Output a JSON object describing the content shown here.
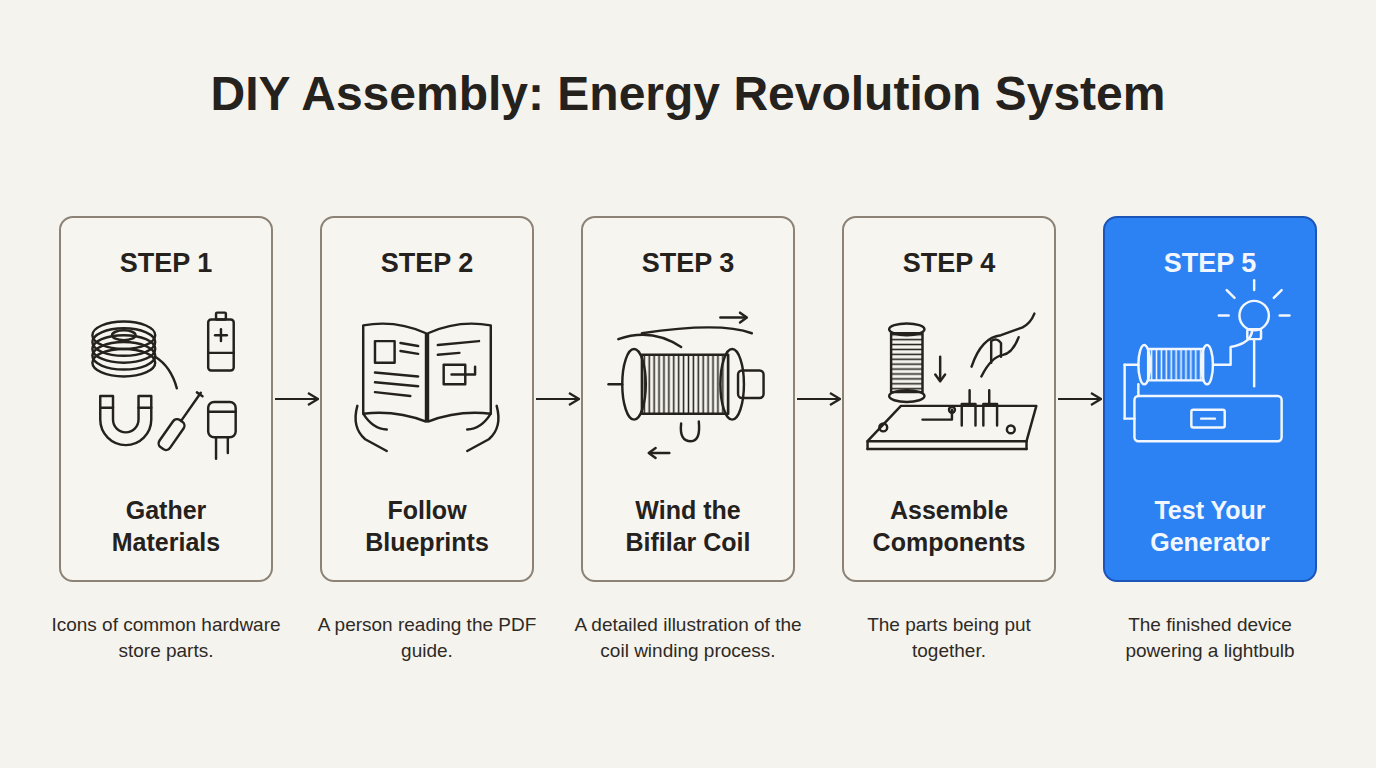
{
  "diagram": {
    "title": "DIY Assembly: Energy Revolution System",
    "nodes": [
      {
        "text": [
          "STEP 1",
          "Gather Materials"
        ]
      },
      {
        "text": [
          "STEP 2",
          "Follow Blueprints"
        ]
      },
      {
        "text": [
          "STEP 3",
          "Wind the Bifilar Coil"
        ]
      },
      {
        "text": [
          "STEP 4",
          "Assemble Components"
        ]
      },
      {
        "text": [
          "STEP 5",
          "Test Your Generator"
        ]
      }
    ],
    "edges": [
      {
        "from": 0,
        "to": 1,
        "arrow": "to"
      },
      {
        "from": 1,
        "to": 2,
        "arrow": "to"
      },
      {
        "from": 2,
        "to": 3,
        "arrow": "to"
      },
      {
        "from": 3,
        "to": 4,
        "arrow": "to"
      }
    ],
    "labels": [
      "Icons of common hardware store parts.",
      "A person reading the PDF guide.",
      "A detailed illustration of the coil winding process.",
      "The parts being put together.",
      "The finished device powering a lightbulb"
    ]
  }
}
